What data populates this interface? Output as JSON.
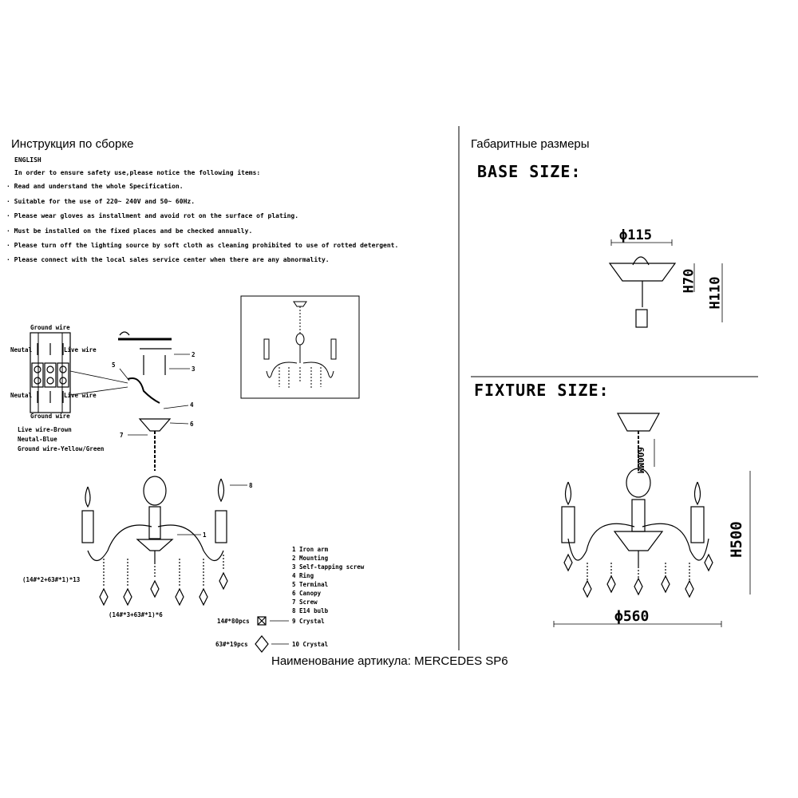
{
  "left": {
    "heading": "Инструкция по сборке",
    "language": "ENGLISH",
    "intro": "In order to ensure safety use,please notice the following items:",
    "items": [
      "Read and understand the whole Specification.",
      "Suitable for the use of 220~ 240V and 50~ 60Hz.",
      "Please wear gloves as installment and avoid rot on the surface of plating.",
      "Must be installed on the fixed places and be checked annually.",
      "Please turn off the lighting source by soft cloth as cleaning prohibited to use of rotted detergent.",
      "Please connect with the local sales service center when there are any abnormality."
    ],
    "wiring": {
      "ground_top": "Ground wire",
      "neutral_top": "Neutal",
      "live_top": "Live wire",
      "neutral_bottom": "Neutal",
      "live_bottom": "Live wire",
      "ground_bottom": "Ground wire",
      "legend": [
        "Live wire-Brown",
        "Neutal-Blue",
        "Ground wire-Yellow/Green"
      ]
    },
    "callouts": [
      "1",
      "2",
      "3",
      "4",
      "5",
      "6",
      "7",
      "8"
    ],
    "parts": [
      "1 Iron arm",
      "2 Mounting",
      "3 Self-tapping screw",
      "4 Ring",
      "5 Terminal",
      "6 Canopy",
      "7 Screw",
      "8 E14 bulb"
    ],
    "formula_1": "(14#*2+63#*1)*13",
    "formula_2": "(14#*3+63#*1)*6",
    "crystal_9_qty": "14#*80pcs",
    "crystal_9_label": "9 Crystal",
    "crystal_10_qty": "63#*19pcs",
    "crystal_10_label": "10 Crystal"
  },
  "right": {
    "heading": "Габаритные размеры",
    "base_title": "BASE SIZE:",
    "base_diameter": "ϕ115",
    "base_h1": "H70",
    "base_h2": "H110",
    "fixture_title": "FIXTURE SIZE:",
    "chain": "600MM",
    "fixture_height": "H500",
    "fixture_diameter": "ϕ560"
  },
  "footer": "Наименование артикула: MERCEDES SP6"
}
